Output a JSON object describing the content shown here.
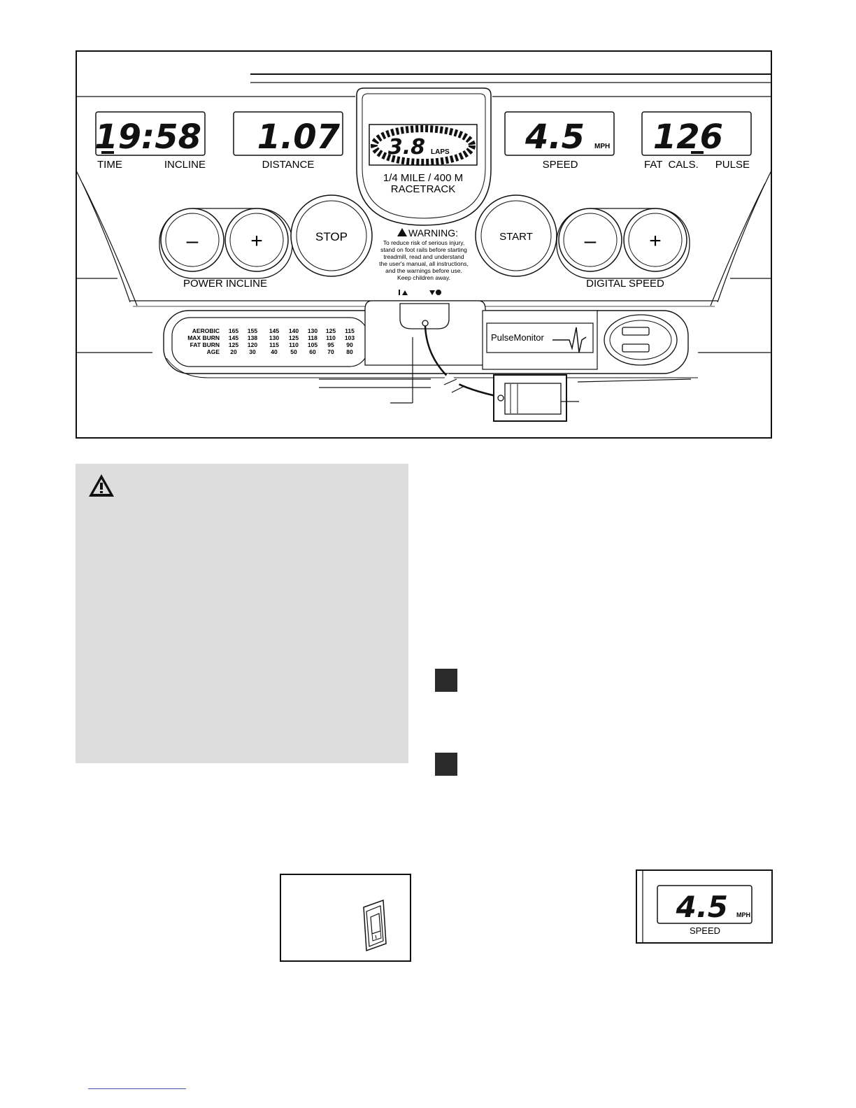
{
  "console": {
    "displays": {
      "time_value": "19:58",
      "distance_value": "1.07",
      "laps_value": "3.8",
      "laps_unit": "LAPS",
      "speed_value": "4.5",
      "speed_unit": "MPH",
      "fat_value": "126",
      "labels": {
        "time": "TIME",
        "incline": "INCLINE",
        "distance": "DISTANCE",
        "speed": "SPEED",
        "fat_cals": "FAT  CALS.",
        "pulse": "PULSE"
      },
      "track_line1": "1/4 MILE / 400 M",
      "track_line2": "RACETRACK"
    },
    "buttons": {
      "minus": "–",
      "plus": "+",
      "stop": "STOP",
      "start": "START",
      "power_incline": "POWER INCLINE",
      "digital_speed": "DIGITAL SPEED"
    },
    "warning": {
      "title": "WARNING:",
      "lines": [
        "To reduce risk of serious injury,",
        "stand on foot rails before starting",
        "treadmill, read and understand",
        "the user's manual, all instructions,",
        "and the warnings before use.",
        "Keep children away."
      ]
    },
    "heart_rate_chart": {
      "rows": [
        {
          "label": "AEROBIC",
          "values": [
            "165",
            "155",
            "145",
            "140",
            "130",
            "125",
            "115"
          ]
        },
        {
          "label": "MAX BURN",
          "values": [
            "145",
            "138",
            "130",
            "125",
            "118",
            "110",
            "103"
          ]
        },
        {
          "label": "FAT BURN",
          "values": [
            "125",
            "120",
            "115",
            "110",
            "105",
            "95",
            "90"
          ]
        },
        {
          "label": "AGE",
          "values": [
            "20",
            "30",
            "40",
            "50",
            "60",
            "70",
            "80"
          ]
        }
      ]
    },
    "pulse_monitor_label": "PulseMonitor"
  },
  "speed_inset": {
    "value": "4.5",
    "unit": "MPH",
    "label": "SPEED"
  },
  "colors": {
    "warning_box": "#dddddd",
    "step_square": "#2a2a2a",
    "footer_rule": "#3b4fa8"
  }
}
